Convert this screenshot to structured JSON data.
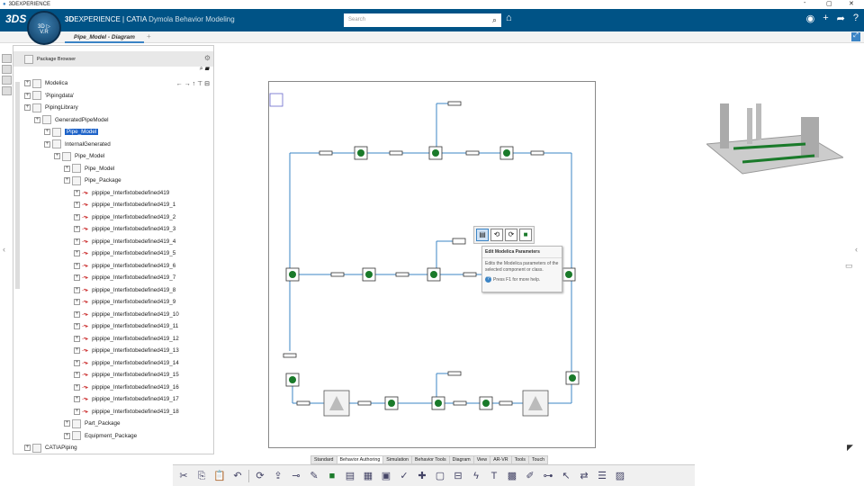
{
  "window": {
    "title": "3DEXPERIENCE",
    "controls": [
      "-",
      "▢",
      "✕"
    ]
  },
  "header": {
    "brand_bold": "3D",
    "brand_rest": "EXPERIENCE | CATIA",
    "app": "Dymola Behavior Modeling",
    "compass": {
      "top": "3D",
      "left": "3D",
      "version": "V.R"
    },
    "search_placeholder": "Search"
  },
  "tab": {
    "label": "Pipe_Model - Diagram",
    "add": "+"
  },
  "panel": {
    "title": "Package Browser"
  },
  "tree": [
    {
      "label": "Modelica",
      "level": 0
    },
    {
      "label": "'Pipingdata'",
      "level": 0
    },
    {
      "label": "PipingLibrary",
      "level": 0
    },
    {
      "label": "GeneratedPipeModel",
      "level": 1
    },
    {
      "label": "Pipe_Model",
      "level": 2,
      "selected": true
    },
    {
      "label": "InternalGenerated",
      "level": 2
    },
    {
      "label": "Pipe_Model",
      "level": 3
    },
    {
      "label": "Pipe_Model",
      "level": 4
    },
    {
      "label": "Pipe_Package",
      "level": 4
    },
    {
      "label": "pippipe_Interfixtobedefined419",
      "level": 5
    },
    {
      "label": "pippipe_Interfixtobedefined419_1",
      "level": 5
    },
    {
      "label": "pippipe_Interfixtobedefined419_2",
      "level": 5
    },
    {
      "label": "pippipe_Interfixtobedefined419_3",
      "level": 5
    },
    {
      "label": "pippipe_Interfixtobedefined419_4",
      "level": 5
    },
    {
      "label": "pippipe_Interfixtobedefined419_5",
      "level": 5
    },
    {
      "label": "pippipe_Interfixtobedefined419_6",
      "level": 5
    },
    {
      "label": "pippipe_Interfixtobedefined419_7",
      "level": 5
    },
    {
      "label": "pippipe_Interfixtobedefined419_8",
      "level": 5
    },
    {
      "label": "pippipe_Interfixtobedefined419_9",
      "level": 5
    },
    {
      "label": "pippipe_Interfixtobedefined419_10",
      "level": 5
    },
    {
      "label": "pippipe_Interfixtobedefined419_11",
      "level": 5
    },
    {
      "label": "pippipe_Interfixtobedefined419_12",
      "level": 5
    },
    {
      "label": "pippipe_Interfixtobedefined419_13",
      "level": 5
    },
    {
      "label": "pippipe_Interfixtobedefined419_14",
      "level": 5
    },
    {
      "label": "pippipe_Interfixtobedefined419_15",
      "level": 5
    },
    {
      "label": "pippipe_Interfixtobedefined419_16",
      "level": 5
    },
    {
      "label": "pippipe_Interfixtobedefined419_17",
      "level": 5
    },
    {
      "label": "pippipe_Interfixtobedefined419_18",
      "level": 5
    },
    {
      "label": "Part_Package",
      "level": 4
    },
    {
      "label": "Equipment_Package",
      "level": 4
    },
    {
      "label": "CATIAPiping",
      "level": 0
    }
  ],
  "tree_actions": "← → ↑ ⊤ ⊟",
  "tooltip": {
    "title": "Edit Modelica Parameters",
    "body": "Edits the Modelica parameters of the selected component or class.",
    "help": "Press F1 for more help."
  },
  "command_tabs": [
    "Standard",
    "Behavior Authoring",
    "Simulation",
    "Behavior Tools",
    "Diagram",
    "View",
    "AR-VR",
    "Tools",
    "Touch"
  ],
  "active_command_tab": "Behavior Authoring",
  "colors": {
    "header": "#005386",
    "selection": "#1e63c8",
    "wire": "#3b84c5",
    "component": "#1a7a2a"
  }
}
